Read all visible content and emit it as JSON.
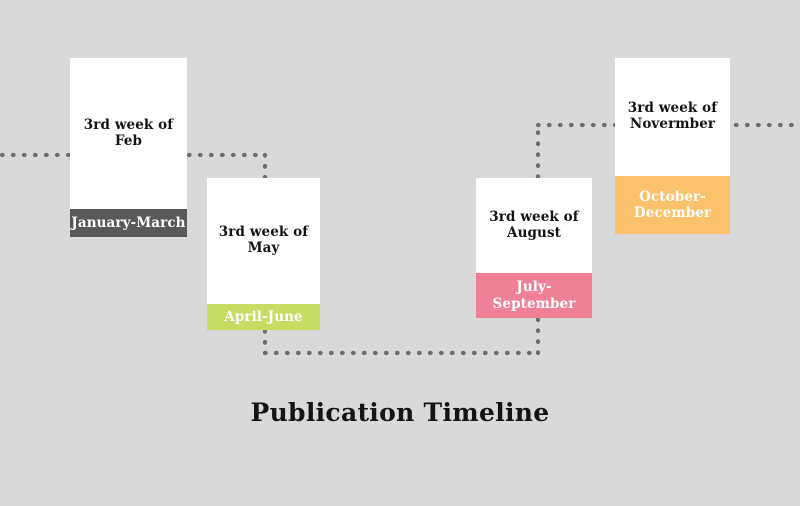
{
  "title": "Publication Timeline",
  "background_color": "#d9d9d9",
  "connector": {
    "color": "#6e6e6e",
    "style": "dotted"
  },
  "milestones": [
    {
      "id": "q1",
      "heading": "3rd week of Feb",
      "period_label": "January-March",
      "band_color": "#595959",
      "label_color": "#ffffff"
    },
    {
      "id": "q2",
      "heading": "3rd week of May",
      "period_label": "April-June",
      "band_color": "#c6dc62",
      "label_color": "#ffffff"
    },
    {
      "id": "q3",
      "heading": "3rd week of August",
      "period_label": "July-September",
      "band_color": "#ef8097",
      "label_color": "#ffffff"
    },
    {
      "id": "q4",
      "heading": "3rd week of Novermber",
      "period_label": "October-December",
      "band_color": "#fbc16b",
      "label_color": "#ffffff"
    }
  ]
}
